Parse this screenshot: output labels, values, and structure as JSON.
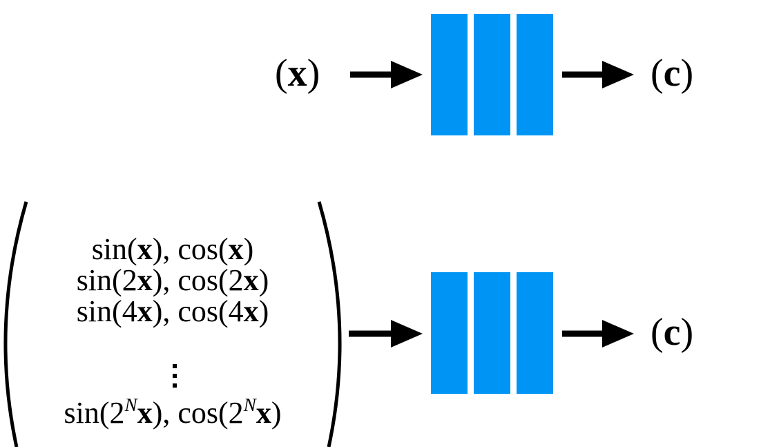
{
  "top_row": {
    "input": {
      "open": "(",
      "var": "x",
      "close": ")"
    },
    "output": {
      "open": "(",
      "var": "c",
      "close": ")"
    }
  },
  "bottom_row": {
    "encodings": [
      {
        "sin": "sin(",
        "sin_coef": "",
        "sin_exp": "",
        "var": "x",
        "mid": "), cos(",
        "cos_coef": "",
        "cos_exp": "",
        "var2": "x",
        "end": ")"
      },
      {
        "sin": "sin(",
        "sin_coef": "2",
        "sin_exp": "",
        "var": "x",
        "mid": "), cos(",
        "cos_coef": "2",
        "cos_exp": "",
        "var2": "x",
        "end": ")"
      },
      {
        "sin": "sin(",
        "sin_coef": "4",
        "sin_exp": "",
        "var": "x",
        "mid": "), cos(",
        "cos_coef": "4",
        "cos_exp": "",
        "var2": "x",
        "end": ")"
      },
      {
        "sin": "sin(",
        "sin_coef": "2",
        "sin_exp": "N",
        "var": "x",
        "mid": "), cos(",
        "cos_coef": "2",
        "cos_exp": "N",
        "var2": "x",
        "end": ")"
      }
    ],
    "output": {
      "open": "(",
      "var": "c",
      "close": ")"
    }
  },
  "colors": {
    "network_block": "#0095f5",
    "arrow": "#000000"
  }
}
